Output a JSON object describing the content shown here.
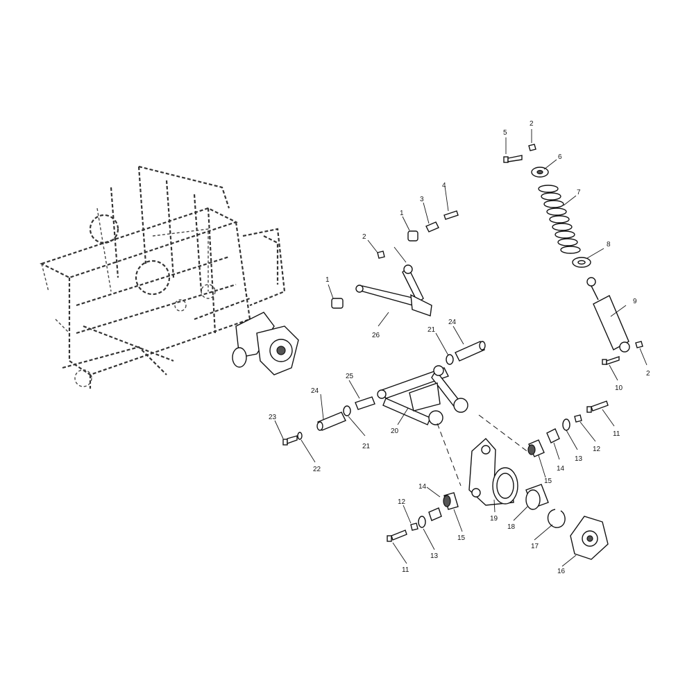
{
  "diagram": {
    "type": "exploded-parts-diagram",
    "callouts": [
      "1",
      "2",
      "3",
      "4",
      "5",
      "6",
      "7",
      "8",
      "9",
      "10",
      "11",
      "12",
      "13",
      "14",
      "15",
      "16",
      "17",
      "18",
      "19",
      "20",
      "21",
      "22",
      "23",
      "24",
      "25",
      "26"
    ]
  }
}
